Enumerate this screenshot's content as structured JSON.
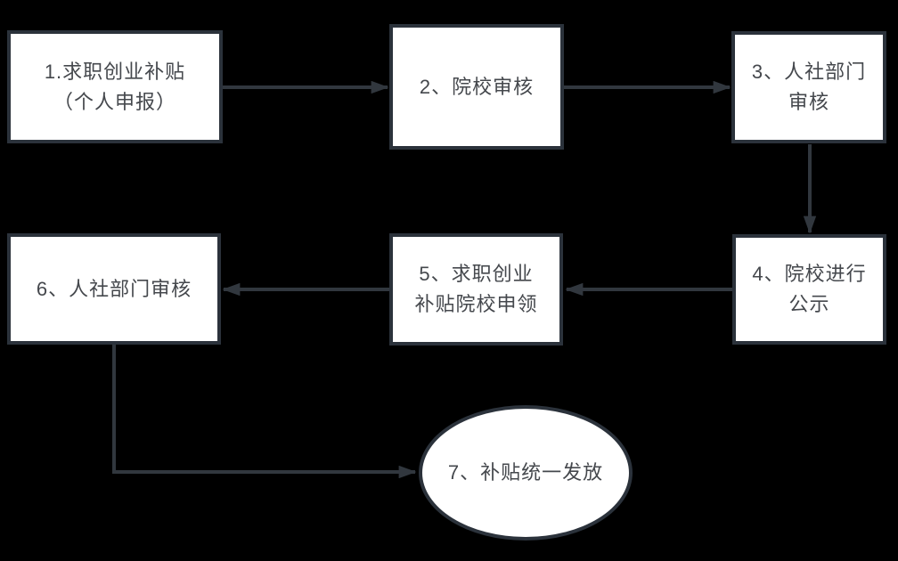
{
  "diagram": {
    "type": "flowchart",
    "nodes": {
      "n1": {
        "id": "1",
        "shape": "rectangle",
        "label": "1.求职创业补贴\n（个人申报）"
      },
      "n2": {
        "id": "2",
        "shape": "rectangle",
        "label": "2、院校审核"
      },
      "n3": {
        "id": "3",
        "shape": "rectangle",
        "label": "3、人社部门\n审核"
      },
      "n4": {
        "id": "4",
        "shape": "rectangle",
        "label": "4、院校进行\n公示"
      },
      "n5": {
        "id": "5",
        "shape": "rectangle",
        "label": "5、求职创业\n补贴院校申领"
      },
      "n6": {
        "id": "6",
        "shape": "rectangle",
        "label": "6、人社部门审核"
      },
      "n7": {
        "id": "7",
        "shape": "ellipse",
        "label": "7、补贴统一发放"
      }
    },
    "edges": [
      {
        "from": "1",
        "to": "2",
        "direction": "right"
      },
      {
        "from": "2",
        "to": "3",
        "direction": "right"
      },
      {
        "from": "3",
        "to": "4",
        "direction": "down"
      },
      {
        "from": "4",
        "to": "5",
        "direction": "left"
      },
      {
        "from": "5",
        "to": "6",
        "direction": "left"
      },
      {
        "from": "6",
        "to": "7",
        "direction": "down-right"
      }
    ]
  },
  "colors": {
    "background": "#000000",
    "node_fill": "#ffffff",
    "node_border": "#2b323b",
    "arrow": "#31373e",
    "text": "#45484d"
  }
}
